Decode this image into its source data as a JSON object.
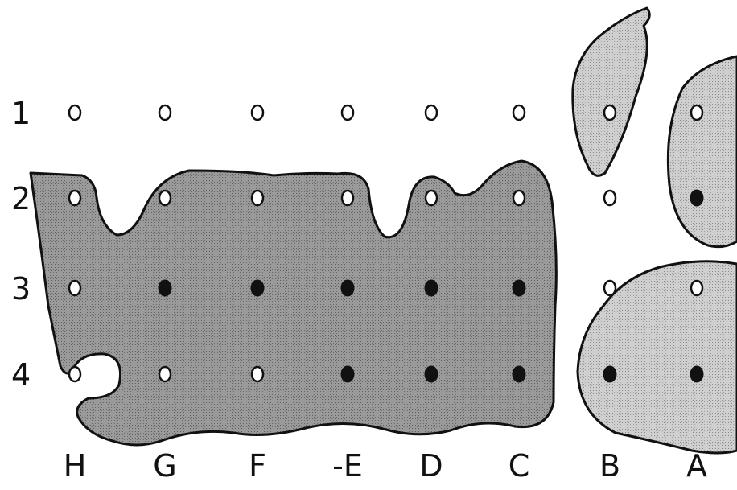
{
  "row_labels": [
    "1",
    "2",
    "3",
    "4"
  ],
  "column_labels": [
    "H",
    "G",
    "F",
    "-E",
    "D",
    "C",
    "B",
    "A"
  ],
  "colors": {
    "dark_region": "#8e8e8e",
    "light_region": "#c9c9c9",
    "outline": "#111111",
    "filled_dot": "#111111",
    "open_dot": "#ffffff"
  },
  "grid": {
    "row_1": [
      "open",
      "open",
      "open",
      "open",
      "open",
      "open",
      "open",
      "open"
    ],
    "row_2": [
      "open",
      "open",
      "open",
      "open",
      "open",
      "open",
      "open",
      "filled"
    ],
    "row_3": [
      "open",
      "filled",
      "filled",
      "filled",
      "filled",
      "filled",
      "open",
      "open"
    ],
    "row_4": [
      "open",
      "open",
      "open",
      "filled",
      "filled",
      "filled",
      "filled",
      "filled"
    ]
  }
}
